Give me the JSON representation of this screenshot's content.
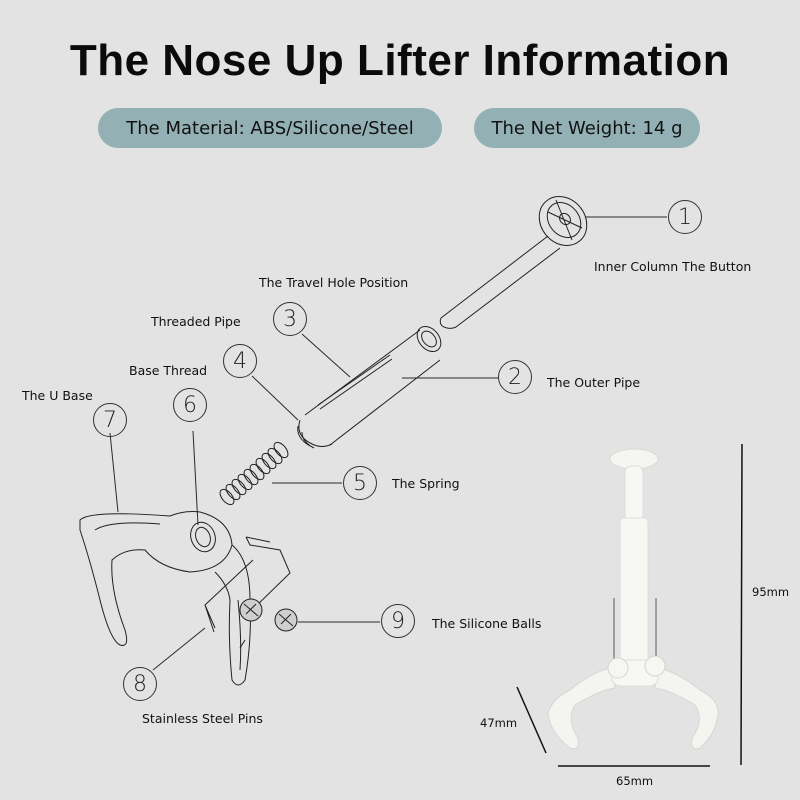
{
  "header": {
    "title": "The Nose Up Lifter Information",
    "material_badge": "The Material: ABS/Silicone/Steel",
    "weight_badge": "The Net Weight: 14 g"
  },
  "colors": {
    "background": "#e3e3e3",
    "badge": "#93b0b5",
    "line": "#333333"
  },
  "parts": [
    {
      "number": "1",
      "label": "Inner Column The Button"
    },
    {
      "number": "2",
      "label": "The Outer Pipe"
    },
    {
      "number": "3",
      "label": "The  Travel Hole Position"
    },
    {
      "number": "4",
      "label": "Threaded Pipe"
    },
    {
      "number": "5",
      "label": "The Spring"
    },
    {
      "number": "6",
      "label": "Base Thread"
    },
    {
      "number": "7",
      "label": "The U Base"
    },
    {
      "number": "8",
      "label": "Stainless Steel Pins"
    },
    {
      "number": "9",
      "label": "The Silicone Balls"
    }
  ],
  "dimensions": {
    "height": "95mm",
    "depth": "47mm",
    "width": "65mm"
  }
}
